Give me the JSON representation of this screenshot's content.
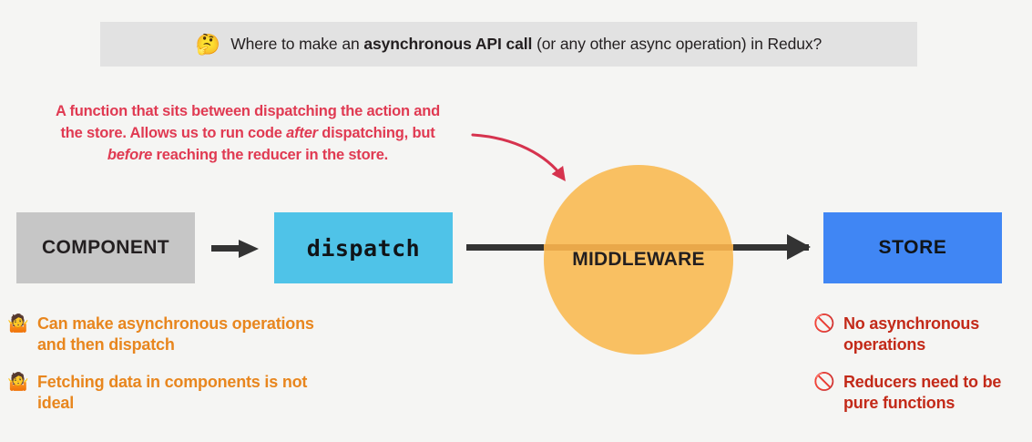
{
  "question": {
    "emoji": "🤔",
    "emoji_name": "thinking-face-icon",
    "text_part1": "Where to make an ",
    "text_bold": "asynchronous API call",
    "text_part2": " (or any other async operation) in Redux?",
    "full_text": "Where to make an asynchronous API call (or any other async operation) in Redux?",
    "background_color": "#e2e2e2"
  },
  "annotation": {
    "line1": "A function that sits between dispatching the action and",
    "line2_a": "the store. Allows us to run code ",
    "line2_em": "after",
    "line2_b": " dispatching, but",
    "line3_em": "before",
    "line3_b": " reaching the reducer in the store.",
    "full_text": "A function that sits between dispatching the action and the store. Allows us to run code after dispatching, but before reaching the reducer in the store.",
    "color": "#e03a52"
  },
  "flow": {
    "nodes": [
      {
        "id": "component",
        "label": "COMPONENT",
        "shape": "rectangle",
        "color": "#c6c6c6"
      },
      {
        "id": "dispatch",
        "label": "dispatch",
        "shape": "rectangle",
        "color": "#4fc3e8"
      },
      {
        "id": "middleware",
        "label": "MIDDLEWARE",
        "shape": "circle",
        "color": "#f9c062"
      },
      {
        "id": "store",
        "label": "STORE",
        "shape": "rectangle",
        "color": "#4086f4"
      }
    ],
    "arrow_color": "#333333"
  },
  "bullets_left": {
    "items": [
      {
        "icon": "🤷",
        "icon_name": "person-shrugging-icon",
        "text": "Can make asynchronous operations and then dispatch"
      },
      {
        "icon": "🤷",
        "icon_name": "person-shrugging-icon",
        "text": "Fetching data in components is not ideal"
      }
    ],
    "color": "#e8861e"
  },
  "bullets_right": {
    "items": [
      {
        "icon": "🚫",
        "icon_name": "prohibited-sign-icon",
        "text": "No asynchronous operations"
      },
      {
        "icon": "🚫",
        "icon_name": "prohibited-sign-icon",
        "text": "Reducers need to be pure functions"
      }
    ],
    "color": "#c32a19"
  },
  "page": {
    "background_color": "#f5f5f3"
  }
}
